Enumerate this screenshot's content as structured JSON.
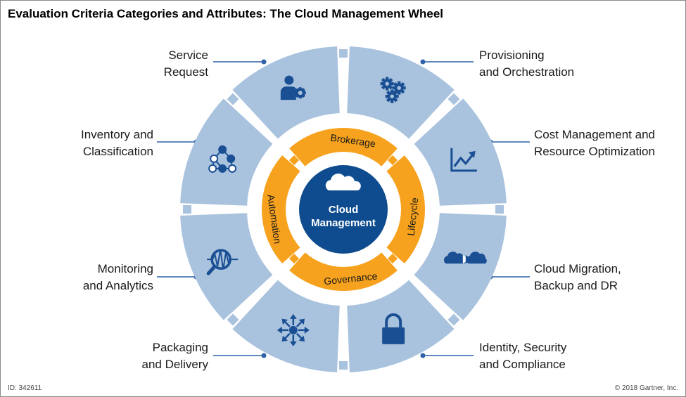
{
  "title": "Evaluation Criteria Categories and Attributes: The Cloud Management Wheel",
  "center": {
    "line1": "Cloud",
    "line2": "Management"
  },
  "inner_ring": [
    "Brokerage",
    "Lifecycle",
    "Governance",
    "Automation"
  ],
  "outer_segments": [
    {
      "label": "Provisioning\nand Orchestration",
      "icon": "gears-icon"
    },
    {
      "label": "Cost Management and\nResource Optimization",
      "icon": "trend-chart-icon"
    },
    {
      "label": "Cloud Migration,\nBackup and DR",
      "icon": "cloud-migration-icon"
    },
    {
      "label": "Identity, Security\nand Compliance",
      "icon": "lock-icon"
    },
    {
      "label": "Packaging\nand Delivery",
      "icon": "arrows-hub-icon"
    },
    {
      "label": "Monitoring\nand Analytics",
      "icon": "magnifier-waveform-icon"
    },
    {
      "label": "Inventory and\nClassification",
      "icon": "hierarchy-icon"
    },
    {
      "label": "Service\nRequest",
      "icon": "person-gear-icon"
    }
  ],
  "footer": {
    "id": "ID: 342611",
    "copyright": "© 2018 Gartner, Inc."
  },
  "colors": {
    "outer_segment": "#a9c2de",
    "inner_ring": "#f6a21e",
    "center_circle": "#0f4c8f",
    "icon": "#1a4f93",
    "connector": "#2f62a8"
  }
}
